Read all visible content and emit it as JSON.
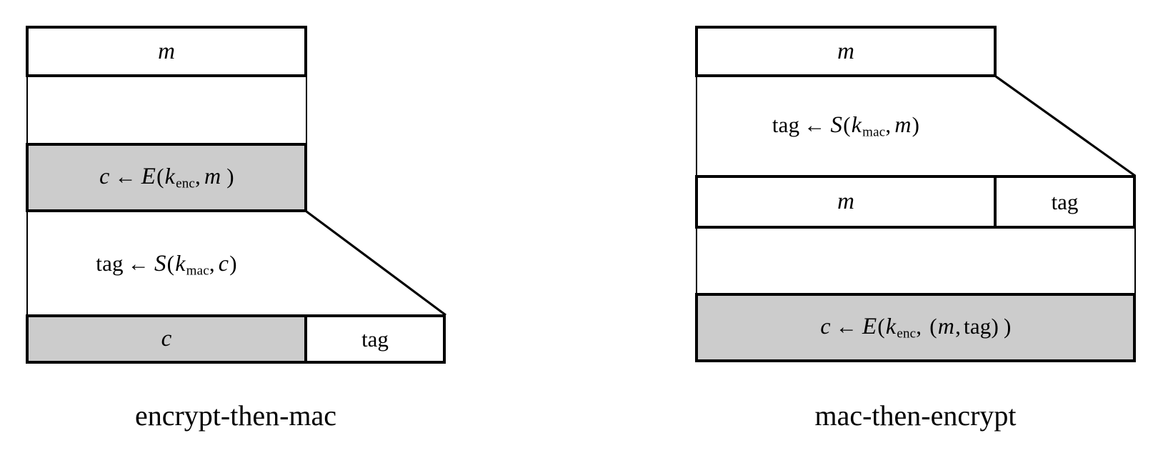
{
  "figure": {
    "title": "",
    "background_color": "#ffffff",
    "line_color": "#000000",
    "fill_color": "#cccccc"
  },
  "panels": [
    {
      "id": "encrypt-then-mac",
      "caption": "encrypt-then-mac",
      "rows": [
        {
          "id": "plaintext",
          "cells": [
            {
              "id": "m",
              "label": "m",
              "style": "italic",
              "filled": false
            }
          ]
        },
        {
          "id": "encrypt-step",
          "operation": {
            "result": "c",
            "arrow": "←",
            "function": "E",
            "key": "k",
            "key_sub": "enc",
            "args": [
              "m"
            ]
          },
          "cells": [
            {
              "id": "encrypt",
              "label": "c ← E(k_enc, m )",
              "filled": true
            }
          ]
        },
        {
          "id": "mac-step",
          "operation": {
            "result": "tag",
            "arrow": "←",
            "function": "S",
            "key": "k",
            "key_sub": "mac",
            "args": [
              "c"
            ]
          },
          "cells": []
        },
        {
          "id": "output",
          "cells": [
            {
              "id": "c",
              "label": "c",
              "style": "italic",
              "filled": true
            },
            {
              "id": "tag",
              "label": "tag",
              "style": "upright",
              "filled": false
            }
          ]
        }
      ]
    },
    {
      "id": "mac-then-encrypt",
      "caption": "mac-then-encrypt",
      "rows": [
        {
          "id": "plaintext",
          "cells": [
            {
              "id": "m",
              "label": "m",
              "style": "italic",
              "filled": false
            }
          ]
        },
        {
          "id": "mac-step",
          "operation": {
            "result": "tag",
            "arrow": "←",
            "function": "S",
            "key": "k",
            "key_sub": "mac",
            "args": [
              "m"
            ]
          },
          "cells": []
        },
        {
          "id": "intermediate",
          "cells": [
            {
              "id": "m",
              "label": "m",
              "style": "italic",
              "filled": false
            },
            {
              "id": "tag",
              "label": "tag",
              "style": "upright",
              "filled": false
            }
          ]
        },
        {
          "id": "encrypt-step",
          "operation": {
            "result": "c",
            "arrow": "←",
            "function": "E",
            "key": "k",
            "key_sub": "enc",
            "args": [
              "(m, tag)"
            ]
          },
          "cells": [
            {
              "id": "encrypt",
              "label": "c ← E(k_enc, (m, tag) )",
              "filled": true
            }
          ]
        }
      ]
    }
  ],
  "glyphs": {
    "arrow_left": "←",
    "m": "m",
    "c": "c",
    "tag": "tag",
    "E": "E",
    "S": "S",
    "k": "k",
    "sub_enc": "enc",
    "sub_mac": "mac",
    "lparen": "(",
    "rparen": ")",
    "comma": ","
  }
}
